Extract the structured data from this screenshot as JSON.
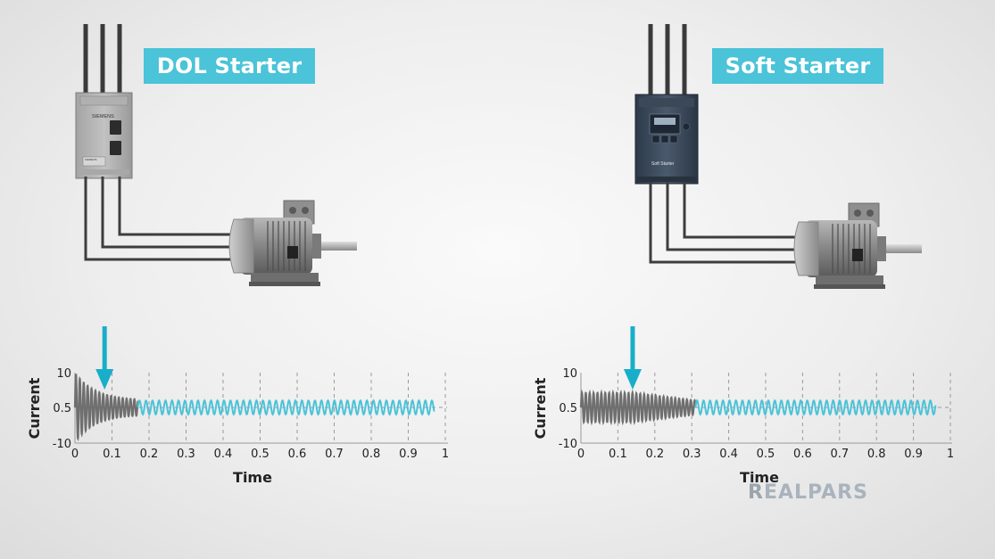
{
  "dol": {
    "title": "DOL Starter",
    "starter_brand": "SIEMENS",
    "starter_plate": "SIEMENS",
    "chart": {
      "ylabel": "Current",
      "xlabel": "Time",
      "y_ticks": [
        "10",
        "0.5",
        "-10"
      ],
      "x_ticks": [
        "0",
        "0.1",
        "0.2",
        "0.3",
        "0.4",
        "0.5",
        "0.6",
        "0.7",
        "0.8",
        "0.9",
        "1"
      ]
    }
  },
  "soft": {
    "title": "Soft Starter",
    "device_label": "Soft Starter",
    "chart": {
      "ylabel": "Current",
      "xlabel": "Time",
      "y_ticks": [
        "10",
        "0.5",
        "-10"
      ],
      "x_ticks": [
        "0",
        "0.1",
        "0.2",
        "0.3",
        "0.4",
        "0.5",
        "0.6",
        "0.7",
        "0.8",
        "0.9",
        "1"
      ]
    }
  },
  "brand": {
    "prefix": "R",
    "rest": "EALPARS"
  },
  "chart_data": [
    {
      "type": "line",
      "xlabel": "Time",
      "ylabel": "Current",
      "xlim": [
        0,
        1
      ],
      "ylim": [
        -10,
        10
      ],
      "x_ticks": [
        0,
        0.1,
        0.2,
        0.3,
        0.4,
        0.5,
        0.6,
        0.7,
        0.8,
        0.9,
        1
      ],
      "y_ticks": [
        -10,
        0.5,
        10
      ],
      "grid_x": true,
      "series": [
        {
          "role": "transient",
          "color": "#6f6f6f",
          "x_range": [
            0,
            0.17
          ],
          "peak_amplitude": 9.5,
          "settled_amplitude": 1.9,
          "decay": "exponential",
          "cycles_per_unit": 95
        },
        {
          "role": "steady",
          "color": "#4bc3d8",
          "x_range": [
            0.17,
            0.97
          ],
          "amplitude": 1.9,
          "cycles_per_unit": 57
        }
      ],
      "annotations": [
        {
          "type": "arrow",
          "x": 0.08,
          "color": "#18aec9"
        }
      ]
    },
    {
      "type": "line",
      "xlabel": "Time",
      "ylabel": "Current",
      "xlim": [
        0,
        1
      ],
      "ylim": [
        -10,
        10
      ],
      "x_ticks": [
        0,
        0.1,
        0.2,
        0.3,
        0.4,
        0.5,
        0.6,
        0.7,
        0.8,
        0.9,
        1
      ],
      "y_ticks": [
        -10,
        0.5,
        10
      ],
      "grid_x": true,
      "series": [
        {
          "role": "transient",
          "color": "#6f6f6f",
          "x_range": [
            0,
            0.31
          ],
          "amplitude": 4.0,
          "settled_amplitude": 1.9,
          "decay": "gradual",
          "cycles_per_unit": 95
        },
        {
          "role": "steady",
          "color": "#4bc3d8",
          "x_range": [
            0.31,
            0.96
          ],
          "amplitude": 1.9,
          "cycles_per_unit": 57
        }
      ],
      "annotations": [
        {
          "type": "arrow",
          "x": 0.14,
          "color": "#18aec9"
        }
      ]
    }
  ]
}
